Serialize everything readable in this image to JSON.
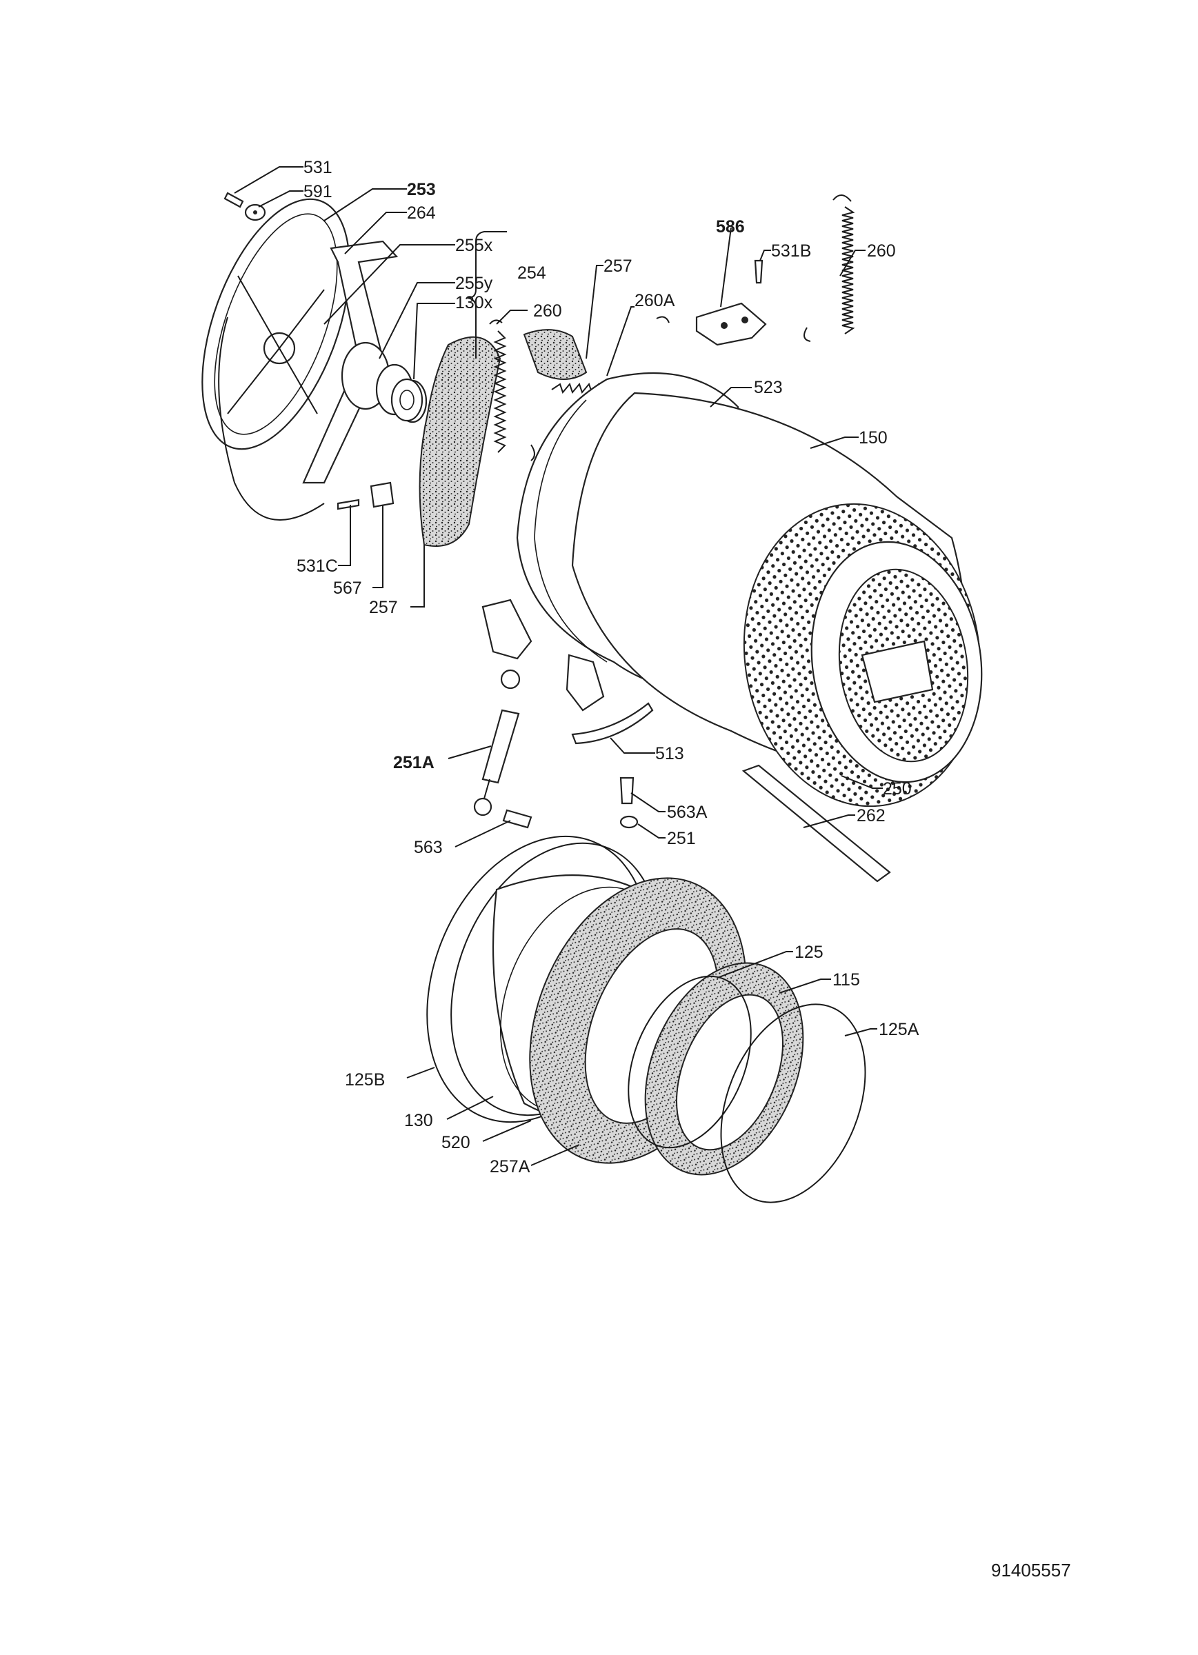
{
  "document_number": "91405557",
  "labels": [
    {
      "id": "531",
      "text": "531"
    },
    {
      "id": "591",
      "text": "591"
    },
    {
      "id": "253",
      "text": "253"
    },
    {
      "id": "264",
      "text": "264"
    },
    {
      "id": "255x",
      "text": "255x"
    },
    {
      "id": "254",
      "text": "254"
    },
    {
      "id": "255y",
      "text": "255y"
    },
    {
      "id": "130x",
      "text": "130x"
    },
    {
      "id": "257-top",
      "text": "257"
    },
    {
      "id": "260-mid",
      "text": "260"
    },
    {
      "id": "260a",
      "text": "260A"
    },
    {
      "id": "586",
      "text": "586"
    },
    {
      "id": "531b",
      "text": "531B"
    },
    {
      "id": "260-right",
      "text": "260"
    },
    {
      "id": "523",
      "text": "523"
    },
    {
      "id": "150",
      "text": "150"
    },
    {
      "id": "531c",
      "text": "531C"
    },
    {
      "id": "567",
      "text": "567"
    },
    {
      "id": "257-left",
      "text": "257"
    },
    {
      "id": "251a",
      "text": "251A"
    },
    {
      "id": "513",
      "text": "513"
    },
    {
      "id": "250",
      "text": "250"
    },
    {
      "id": "563a",
      "text": "563A"
    },
    {
      "id": "262",
      "text": "262"
    },
    {
      "id": "251",
      "text": "251"
    },
    {
      "id": "563",
      "text": "563"
    },
    {
      "id": "125",
      "text": "125"
    },
    {
      "id": "115",
      "text": "115"
    },
    {
      "id": "125a",
      "text": "125A"
    },
    {
      "id": "125b",
      "text": "125B"
    },
    {
      "id": "130",
      "text": "130"
    },
    {
      "id": "520",
      "text": "520"
    },
    {
      "id": "257a",
      "text": "257A"
    }
  ]
}
